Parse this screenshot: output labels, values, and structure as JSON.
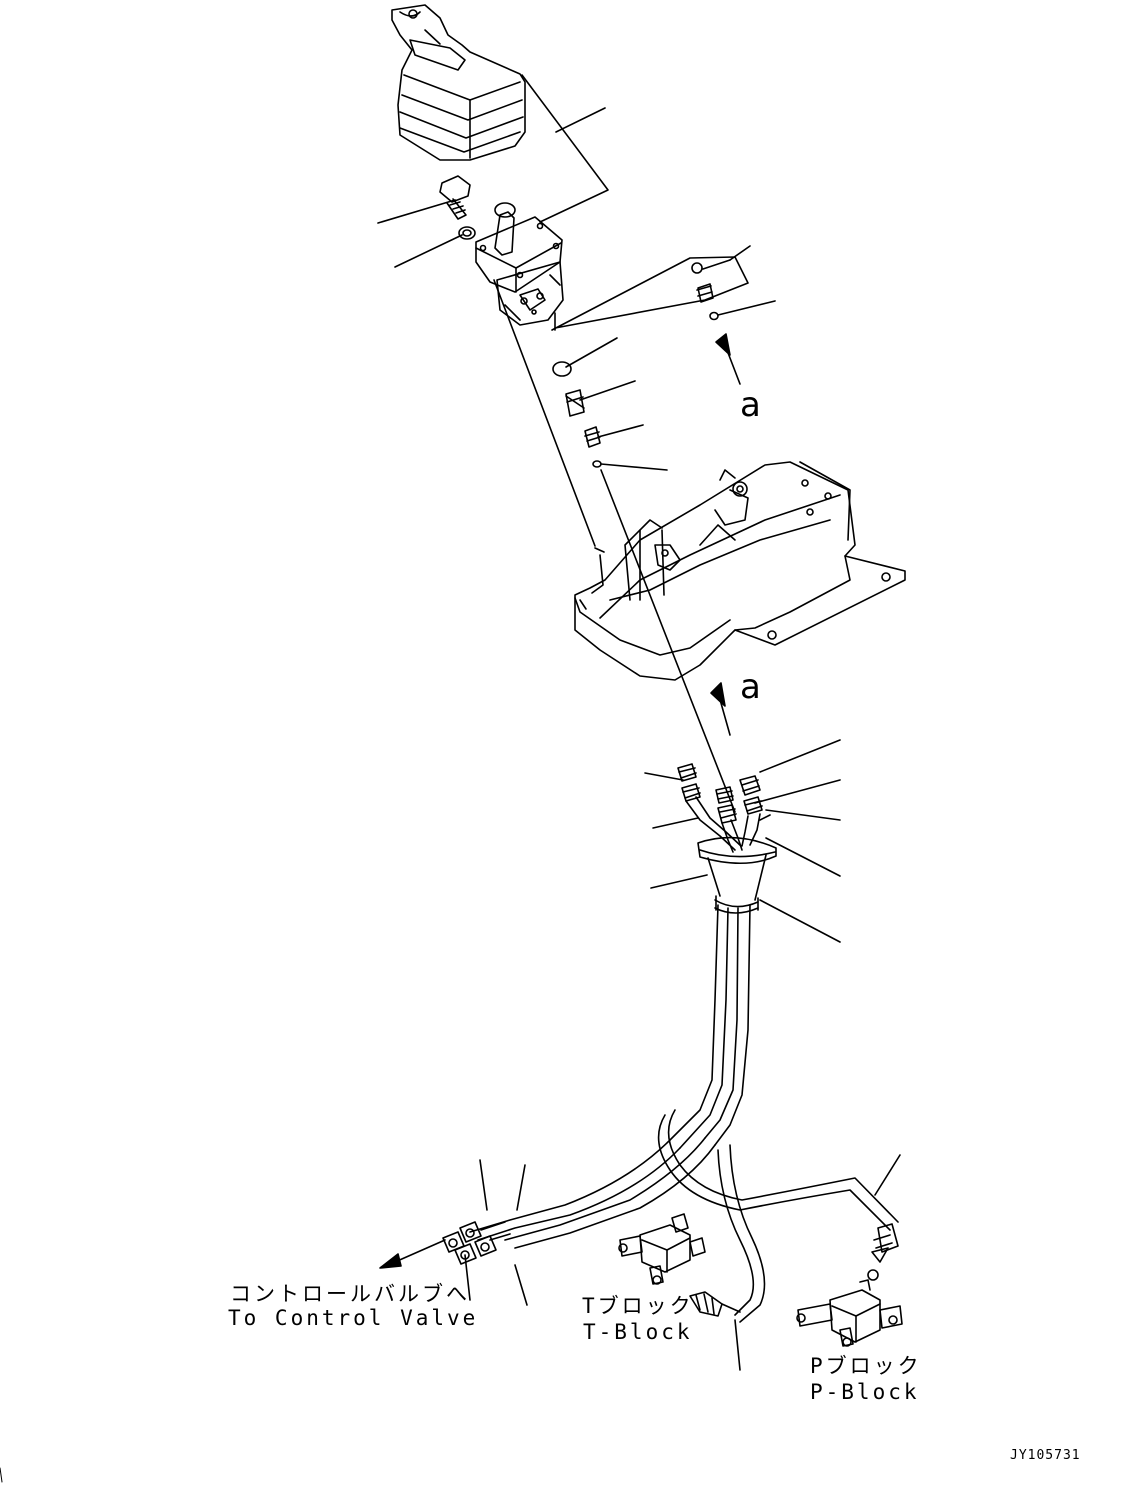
{
  "labels": {
    "arrow_a_upper": "a",
    "arrow_a_lower": "a",
    "control_valve_jp": "コントロールバルブへ",
    "control_valve_en": "To Control Valve",
    "t_block_jp": "Tブロック",
    "t_block_en": "T-Block",
    "p_block_jp": "Pブロック",
    "p_block_en": "P-Block",
    "drawing_code": "JY105731"
  }
}
